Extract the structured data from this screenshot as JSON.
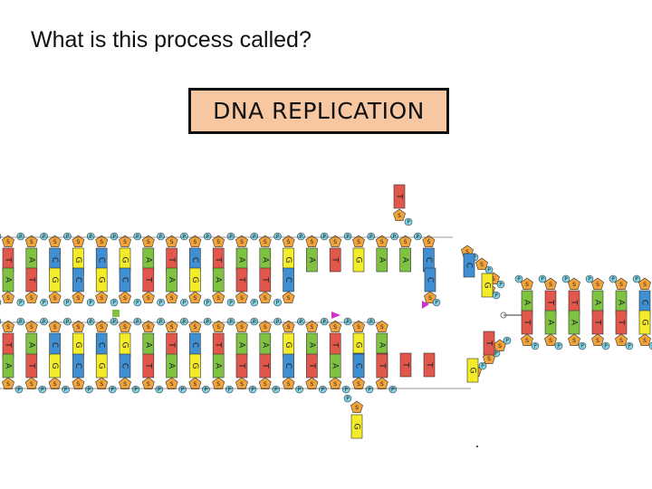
{
  "slide": {
    "question": "What is this process called?",
    "answer": "DNA REPLICATION"
  },
  "labels": {
    "sugar": "S",
    "phosphate": "P"
  },
  "parental": {
    "top_strand": [
      "T",
      "A",
      "C",
      "G",
      "C",
      "G",
      "A",
      "T",
      "C",
      "T",
      "A",
      "A",
      "G",
      "A",
      "T",
      "G",
      "A",
      "A",
      "C"
    ],
    "upper_inner": [
      "A",
      "T",
      "G",
      "C",
      "G",
      "C",
      "T",
      "A",
      "G",
      "A",
      "T",
      "T",
      "C",
      "T",
      "A",
      "C",
      "T",
      "T",
      "G"
    ],
    "lower_inner": [
      "T",
      "A",
      "C",
      "G",
      "C",
      "G",
      "A",
      "T",
      "C",
      "T",
      "A",
      "A",
      "G",
      "A",
      "T",
      "G",
      "A"
    ],
    "bottom_strand": [
      "A",
      "T",
      "G",
      "C",
      "G",
      "C",
      "T",
      "A",
      "G",
      "A",
      "T",
      "T",
      "C",
      "T",
      "A",
      "C",
      "T"
    ]
  },
  "new_bases": {
    "upper_partner": "C",
    "lower_partners": [
      "C",
      "T",
      "T",
      "T"
    ]
  },
  "free_nucleotides": [
    "T",
    "G",
    "C",
    "T",
    "G"
  ],
  "daughters": {
    "upper_outer": [
      "A",
      "T",
      "T",
      "A",
      "A",
      "C"
    ],
    "upper_inner": [
      "T",
      "A",
      "A",
      "T",
      "T",
      "G"
    ]
  },
  "colors": {
    "A": "#7fc241",
    "T": "#e2574c",
    "G": "#f4ec28",
    "C": "#3f8fd2",
    "sugar": "#f2a33a",
    "phosphate": "#7fd6e8",
    "page": "#ffffff",
    "answer_fill": "#f7c7a1",
    "outline": "#333333",
    "marker": "#cc33cc"
  }
}
